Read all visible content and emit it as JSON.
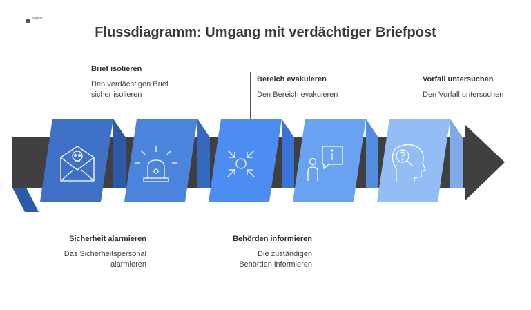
{
  "logo_text": "Napkin",
  "title": "Flussdiagramm: Umgang mit verdächtiger Briefpost",
  "steps": [
    {
      "name": "Brief isolieren",
      "desc": "Den verdächtigen Brief\nsicher isolieren",
      "icon": "envelope-skull-icon",
      "color": "#3f72c6"
    },
    {
      "name": "Sicherheit alarmieren",
      "desc": "Das Sicherheitspersonal\nalarmieren",
      "icon": "siren-icon",
      "color": "#4a84dc"
    },
    {
      "name": "Bereich evakuieren",
      "desc": "Den Bereich evakuieren",
      "icon": "arrows-inward-icon",
      "color": "#4d8cf0"
    },
    {
      "name": "Behörden informieren",
      "desc": "Die zuständigen\nBehörden informieren",
      "icon": "person-info-icon",
      "color": "#6aa2f2"
    },
    {
      "name": "Vorfall untersuchen",
      "desc": "Den Vorfall untersuchen",
      "icon": "head-question-icon",
      "color": "#94bdf5"
    }
  ],
  "colors": {
    "arrow": "#404040",
    "icon_stroke": "#ffffff"
  }
}
